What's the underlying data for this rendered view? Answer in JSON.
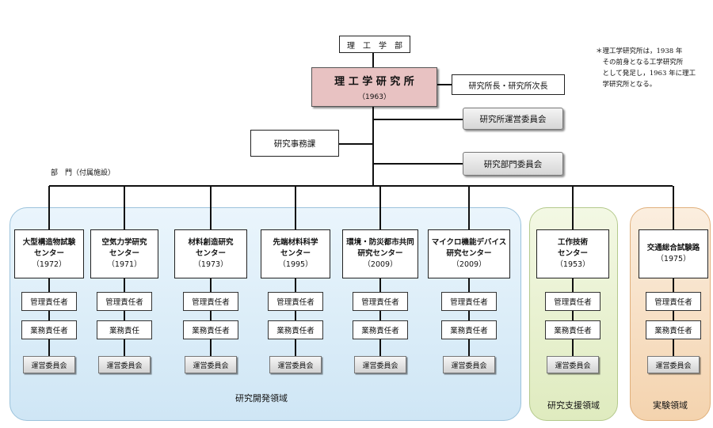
{
  "header": {
    "faculty": "理　工　学　部",
    "institute_name": "理 工 学 研 究 所",
    "institute_year": "（1963）",
    "directors": "研究所長・研究所次長",
    "steering_committee": "研究所運営委員会",
    "office": "研究事務課",
    "division_committee": "研究部門委員会",
    "divisions_label": "部　門（付属施設）"
  },
  "note": {
    "lines": [
      "＊理工学研究所は，1938 年",
      "　その前身となる工学研究所",
      "　として発足し，1963 年に理工",
      "　学研究所となる。"
    ]
  },
  "centers": [
    {
      "name_lines": [
        "大型構造物試験",
        "センター"
      ],
      "year": "（1972）",
      "roles": [
        "管理責任者",
        "業務責任者"
      ],
      "committee": "運営委員会"
    },
    {
      "name_lines": [
        "空気力学研究",
        "センター"
      ],
      "year": "（1971）",
      "roles": [
        "管理責任者",
        "業務責任"
      ],
      "committee": "運営委員会"
    },
    {
      "name_lines": [
        "材料創造研究",
        "センター"
      ],
      "year": "（1973）",
      "roles": [
        "管理責任者",
        "業務責任者"
      ],
      "committee": "運営委員会"
    },
    {
      "name_lines": [
        "先端材料科学",
        "センター"
      ],
      "year": "（1995）",
      "roles": [
        "管理責任者",
        "業務責任者"
      ],
      "committee": "運営委員会"
    },
    {
      "name_lines": [
        "環境・防災都市共同",
        "研究センター"
      ],
      "year": "（2009）",
      "roles": [
        "管理責任者",
        "業務責任者"
      ],
      "committee": "運営委員会"
    },
    {
      "name_lines": [
        "マイクロ機能デバイス",
        "研究センター"
      ],
      "year": "（2009）",
      "roles": [
        "管理責任者",
        "業務責任者"
      ],
      "committee": "運営委員会"
    },
    {
      "name_lines": [
        "工作技術",
        "センター"
      ],
      "year": "（1953）",
      "roles": [
        "管理責任者",
        "業務責任者"
      ],
      "committee": "運営委員会"
    },
    {
      "name_lines": [
        "交通総合試験路"
      ],
      "year": "（1975）",
      "roles": [
        "管理責任者",
        "業務責任者"
      ],
      "committee": "運営委員会"
    }
  ],
  "regions": {
    "research": "研究開発領域",
    "support": "研究支援領域",
    "experiment": "実験領域"
  },
  "colors": {
    "institute_fill": "#e8c2c2",
    "research_region": "#d3eaf7",
    "support_region": "#e6f0c8",
    "experiment_region": "#f7ddc0"
  }
}
